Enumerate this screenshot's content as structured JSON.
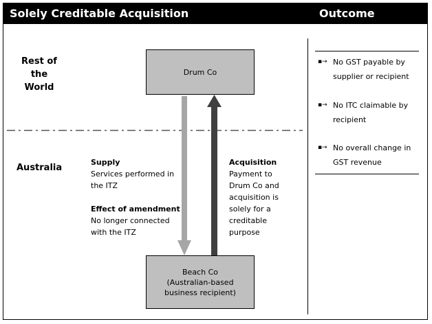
{
  "header": {
    "title": "Solely Creditable Acquisition",
    "outcome_title": "Outcome"
  },
  "regions": {
    "rest_of_world": [
      "Rest of",
      "the",
      "World"
    ],
    "australia": "Australia"
  },
  "entities": {
    "drum_co": "Drum Co",
    "beach_co": [
      "Beach Co",
      "(Australian-based",
      "business recipient)"
    ]
  },
  "supply": {
    "heading": "Supply",
    "lines": [
      "Services performed in",
      "the ITZ"
    ]
  },
  "amendment": {
    "heading": "Effect of amendment",
    "lines": [
      "No longer connected",
      "with the ITZ"
    ]
  },
  "acquisition": {
    "heading": "Acquisition",
    "lines": [
      "Payment to",
      "Drum Co and",
      "acquisition is",
      "solely for a",
      "creditable",
      "purpose"
    ]
  },
  "outcomes": [
    {
      "bullet": "▪→",
      "lines": [
        "No GST payable by",
        "supplier or recipient"
      ]
    },
    {
      "bullet": "▪→",
      "lines": [
        "No ITC claimable by",
        "recipient"
      ]
    },
    {
      "bullet": "▪→",
      "lines": [
        "No overall change in",
        "GST revenue"
      ]
    }
  ],
  "colors": {
    "header_bg": "#000000",
    "box_fill": "#bfbfbf",
    "supply_arrow": "#a6a6a6",
    "acquisition_arrow": "#404040"
  }
}
